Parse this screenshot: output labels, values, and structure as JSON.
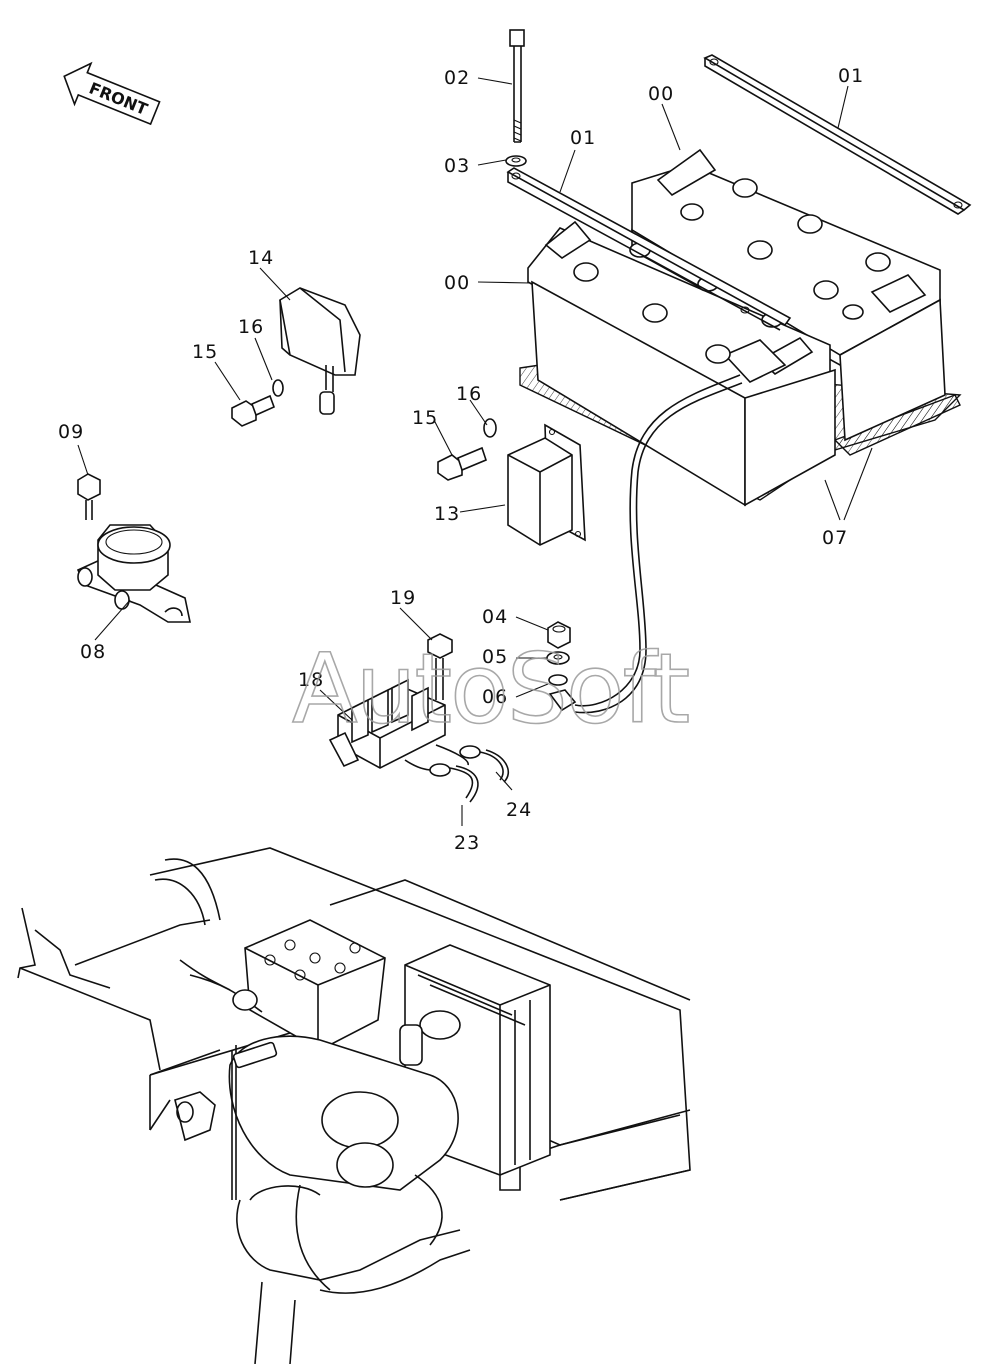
{
  "front_marker": {
    "text": "FRONT"
  },
  "watermark": {
    "text": "AutoSoft"
  },
  "part_labels": [
    {
      "id": "callout-02",
      "text": "02"
    },
    {
      "id": "callout-03",
      "text": "03"
    },
    {
      "id": "callout-01-bar",
      "text": "01"
    },
    {
      "id": "callout-00-rear",
      "text": "00"
    },
    {
      "id": "callout-01-strap",
      "text": "01"
    },
    {
      "id": "callout-00-front",
      "text": "00"
    },
    {
      "id": "callout-14",
      "text": "14"
    },
    {
      "id": "callout-16-a",
      "text": "16"
    },
    {
      "id": "callout-15-a",
      "text": "15"
    },
    {
      "id": "callout-16-b",
      "text": "16"
    },
    {
      "id": "callout-15-b",
      "text": "15"
    },
    {
      "id": "callout-13",
      "text": "13"
    },
    {
      "id": "callout-07",
      "text": "07"
    },
    {
      "id": "callout-09",
      "text": "09"
    },
    {
      "id": "callout-08",
      "text": "08"
    },
    {
      "id": "callout-19",
      "text": "19"
    },
    {
      "id": "callout-04",
      "text": "04"
    },
    {
      "id": "callout-05",
      "text": "05"
    },
    {
      "id": "callout-06",
      "text": "06"
    },
    {
      "id": "callout-18",
      "text": "18"
    },
    {
      "id": "callout-24",
      "text": "24"
    },
    {
      "id": "callout-23",
      "text": "23"
    }
  ]
}
